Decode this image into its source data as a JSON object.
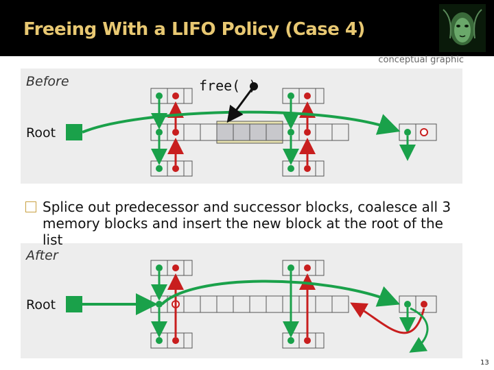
{
  "title": "Freeing With a LIFO Policy (Case 4)",
  "subtitle": "conceptual graphic",
  "before_label": "Before",
  "after_label": "After",
  "root_label": "Root",
  "free_call": "free( )",
  "bullet_text": "Splice out predecessor and successor blocks, coalesce all 3 memory blocks and insert the new block at the root of the list",
  "page_number": "13",
  "colors": {
    "title": "#e8c872",
    "pointer_green": "#1aa14a",
    "pointer_red": "#c81e1e",
    "root_square": "#1aa14a",
    "freed_block": "#c8c8cc",
    "panel": "#ededed"
  }
}
